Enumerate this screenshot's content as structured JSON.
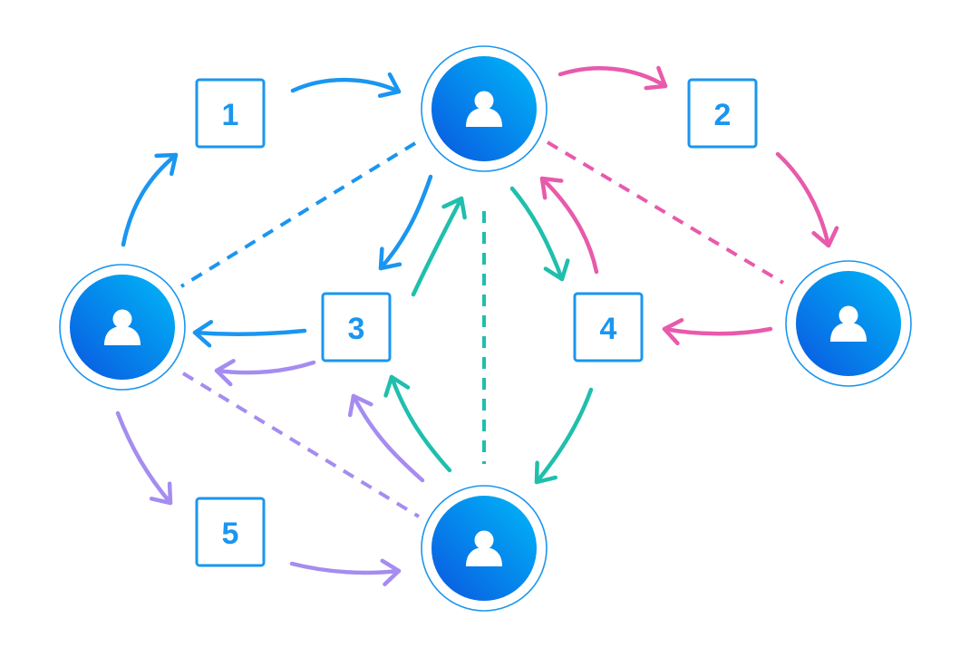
{
  "colors": {
    "background": "#ffffff",
    "blue": "#1a96f0",
    "pink": "#e85aab",
    "teal": "#1fbfac",
    "purple": "#a58cf0",
    "node_gradient_start": "#0a57e0",
    "node_gradient_end": "#00b8f8",
    "node_ring": "#1a96f0",
    "box_border": "#1a96f0",
    "box_text": "#1a96f0",
    "person_icon": "#ffffff"
  },
  "nodes": [
    {
      "id": "top",
      "icon": "person-icon"
    },
    {
      "id": "left",
      "icon": "person-icon"
    },
    {
      "id": "right",
      "icon": "person-icon"
    },
    {
      "id": "bottom",
      "icon": "person-icon"
    }
  ],
  "steps": [
    {
      "id": "1",
      "label": "1"
    },
    {
      "id": "2",
      "label": "2"
    },
    {
      "id": "3",
      "label": "3"
    },
    {
      "id": "4",
      "label": "4"
    },
    {
      "id": "5",
      "label": "5"
    }
  ],
  "dashed_links": [
    {
      "from": "top",
      "to": "left",
      "color": "blue"
    },
    {
      "from": "top",
      "to": "right",
      "color": "pink"
    },
    {
      "from": "top",
      "to": "bottom",
      "color": "teal"
    },
    {
      "from": "left",
      "to": "bottom",
      "color": "purple"
    }
  ],
  "arrows": [
    {
      "from": "left",
      "to": "1",
      "color": "blue"
    },
    {
      "from": "1",
      "to": "top",
      "color": "blue"
    },
    {
      "from": "top",
      "to": "2",
      "color": "pink"
    },
    {
      "from": "2",
      "to": "right",
      "color": "pink"
    },
    {
      "from": "right",
      "to": "4",
      "color": "pink"
    },
    {
      "from": "4",
      "to": "top",
      "color": "pink"
    },
    {
      "from": "top",
      "to": "4",
      "color": "teal"
    },
    {
      "from": "4",
      "to": "bottom",
      "color": "teal"
    },
    {
      "from": "bottom",
      "to": "3",
      "color": "teal"
    },
    {
      "from": "3",
      "to": "top",
      "color": "teal"
    },
    {
      "from": "top",
      "to": "3",
      "color": "blue"
    },
    {
      "from": "3",
      "to": "left",
      "color": "blue"
    },
    {
      "from": "bottom",
      "to": "3",
      "color": "purple"
    },
    {
      "from": "3",
      "to": "left",
      "color": "purple"
    },
    {
      "from": "left",
      "to": "5",
      "color": "purple"
    },
    {
      "from": "5",
      "to": "bottom",
      "color": "purple"
    }
  ]
}
